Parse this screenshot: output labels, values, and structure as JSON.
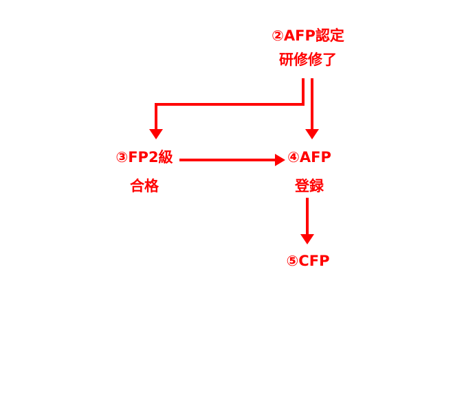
{
  "diagram": {
    "accent_color": "#FF0000",
    "background_color": "#FFFFFF",
    "nodes": {
      "afp_training": {
        "line1": "②AFP認定",
        "line2": "研修修了"
      },
      "fp2_pass": {
        "line1": "③FP2級",
        "line2": "合格"
      },
      "afp_registration": {
        "line1": "④AFP",
        "line2": "登録"
      },
      "cfp": {
        "line1": "⑤CFP"
      }
    },
    "edges": [
      {
        "from": "afp_training",
        "to": "fp2_pass"
      },
      {
        "from": "afp_training",
        "to": "afp_registration"
      },
      {
        "from": "fp2_pass",
        "to": "afp_registration"
      },
      {
        "from": "afp_registration",
        "to": "cfp"
      }
    ]
  }
}
